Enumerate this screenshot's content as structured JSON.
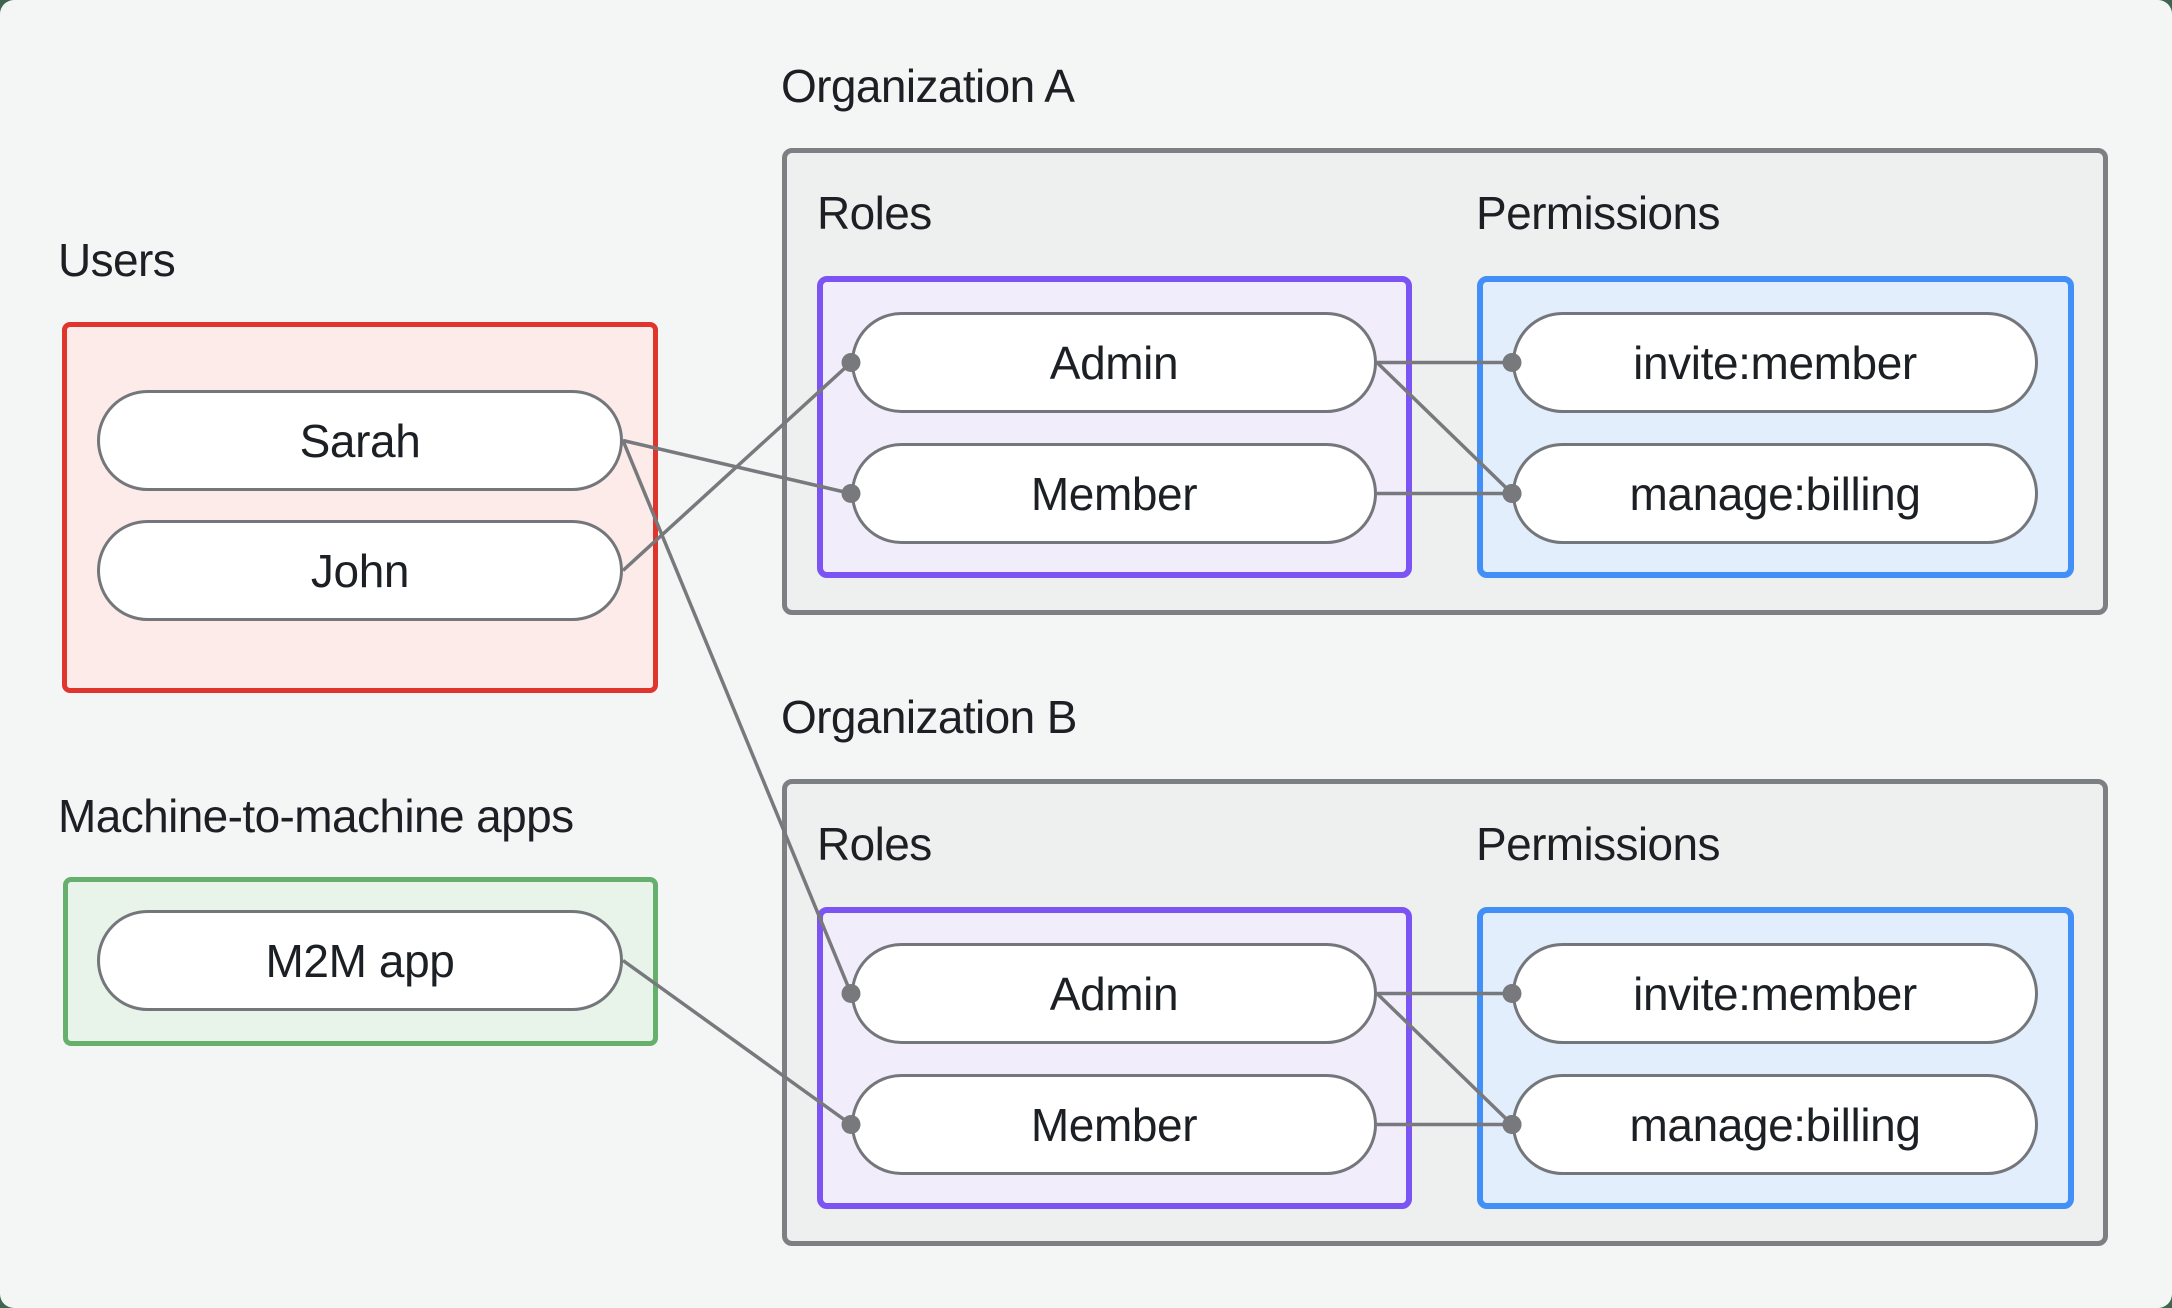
{
  "diagram": {
    "users_group": {
      "label": "Users",
      "items": [
        {
          "id": "sarah",
          "label": "Sarah"
        },
        {
          "id": "john",
          "label": "John"
        }
      ]
    },
    "m2m_group": {
      "label": "Machine-to-machine apps",
      "items": [
        {
          "id": "m2m",
          "label": "M2M app"
        }
      ]
    },
    "organizations": [
      {
        "id": "orgA",
        "title": "Organization A",
        "roles_label": "Roles",
        "permissions_label": "Permissions",
        "roles": [
          {
            "id": "orgA-admin",
            "label": "Admin"
          },
          {
            "id": "orgA-member",
            "label": "Member"
          }
        ],
        "permissions": [
          {
            "id": "orgA-invite",
            "label": "invite:member"
          },
          {
            "id": "orgA-manage",
            "label": "manage:billing"
          }
        ]
      },
      {
        "id": "orgB",
        "title": "Organization B",
        "roles_label": "Roles",
        "permissions_label": "Permissions",
        "roles": [
          {
            "id": "orgB-admin",
            "label": "Admin"
          },
          {
            "id": "orgB-member",
            "label": "Member"
          }
        ],
        "permissions": [
          {
            "id": "orgB-invite",
            "label": "invite:member"
          },
          {
            "id": "orgB-manage",
            "label": "manage:billing"
          }
        ]
      }
    ],
    "edges": [
      {
        "from": "john",
        "to": "orgA-admin"
      },
      {
        "from": "sarah",
        "to": "orgA-member"
      },
      {
        "from": "sarah",
        "to": "orgB-admin"
      },
      {
        "from": "m2m",
        "to": "orgB-member"
      },
      {
        "from": "orgA-admin",
        "to": "orgA-invite"
      },
      {
        "from": "orgA-admin",
        "to": "orgA-manage"
      },
      {
        "from": "orgA-member",
        "to": "orgA-manage"
      },
      {
        "from": "orgB-admin",
        "to": "orgB-invite"
      },
      {
        "from": "orgB-admin",
        "to": "orgB-manage"
      },
      {
        "from": "orgB-member",
        "to": "orgB-manage"
      }
    ],
    "colors": {
      "canvas_bg": "#f4f6f5",
      "page_behind": "#3f6450",
      "text": "#1c2024",
      "users_border": "#df352c",
      "users_fill": "#fcebe9",
      "m2m_border": "#66b06e",
      "m2m_fill": "#e8f3e9",
      "roles_border": "#7b54f3",
      "roles_fill": "#f2edfb",
      "permissions_border": "#418ff7",
      "permissions_fill": "#e2eefb",
      "org_border": "#7d8082",
      "org_fill": "#eef0ef",
      "node_border": "#73767a",
      "node_fill": "#ffffff",
      "edge": "#77797c"
    },
    "edge_style": {
      "line_width": 3.5,
      "dot_radius": 9.5
    }
  }
}
